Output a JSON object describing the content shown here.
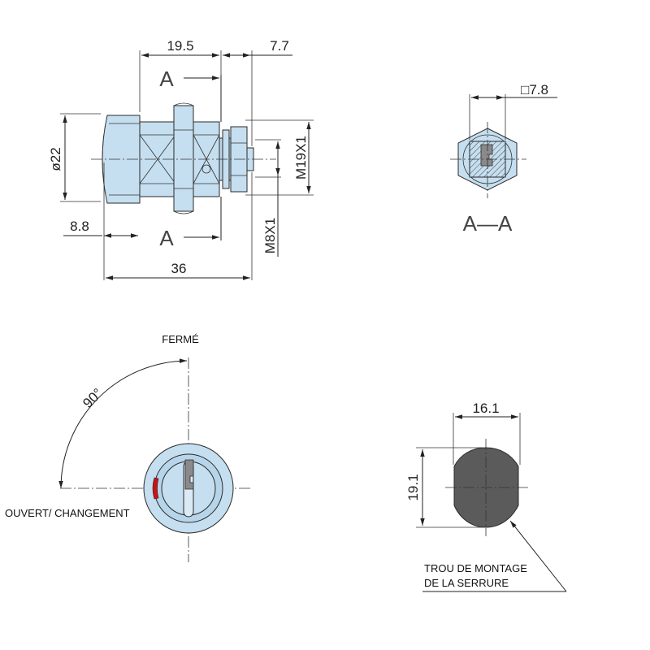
{
  "dimensions": {
    "len_19_5": "19.5",
    "len_7_7": "7.7",
    "dia_22": "ø22",
    "len_8_8": "8.8",
    "len_36": "36",
    "thread_m19": "M19X1",
    "thread_m8": "M8X1",
    "square_7_8": "□7.8",
    "hole_w": "16.1",
    "hole_h": "19.1",
    "angle": "90°"
  },
  "labels": {
    "section_letter_top": "A",
    "section_letter_bottom": "A",
    "section_title": "A—A",
    "closed": "FERMÉ",
    "open_change": "OUVERT/ CHANGEMENT",
    "mounting_hole_line1": "TROU DE MONTAGE",
    "mounting_hole_line2": "DE LA SERRURE"
  },
  "colors": {
    "part_fill": "#c5dff0",
    "hole_fill": "#5b5b5b",
    "indicator_red": "#c81414"
  }
}
